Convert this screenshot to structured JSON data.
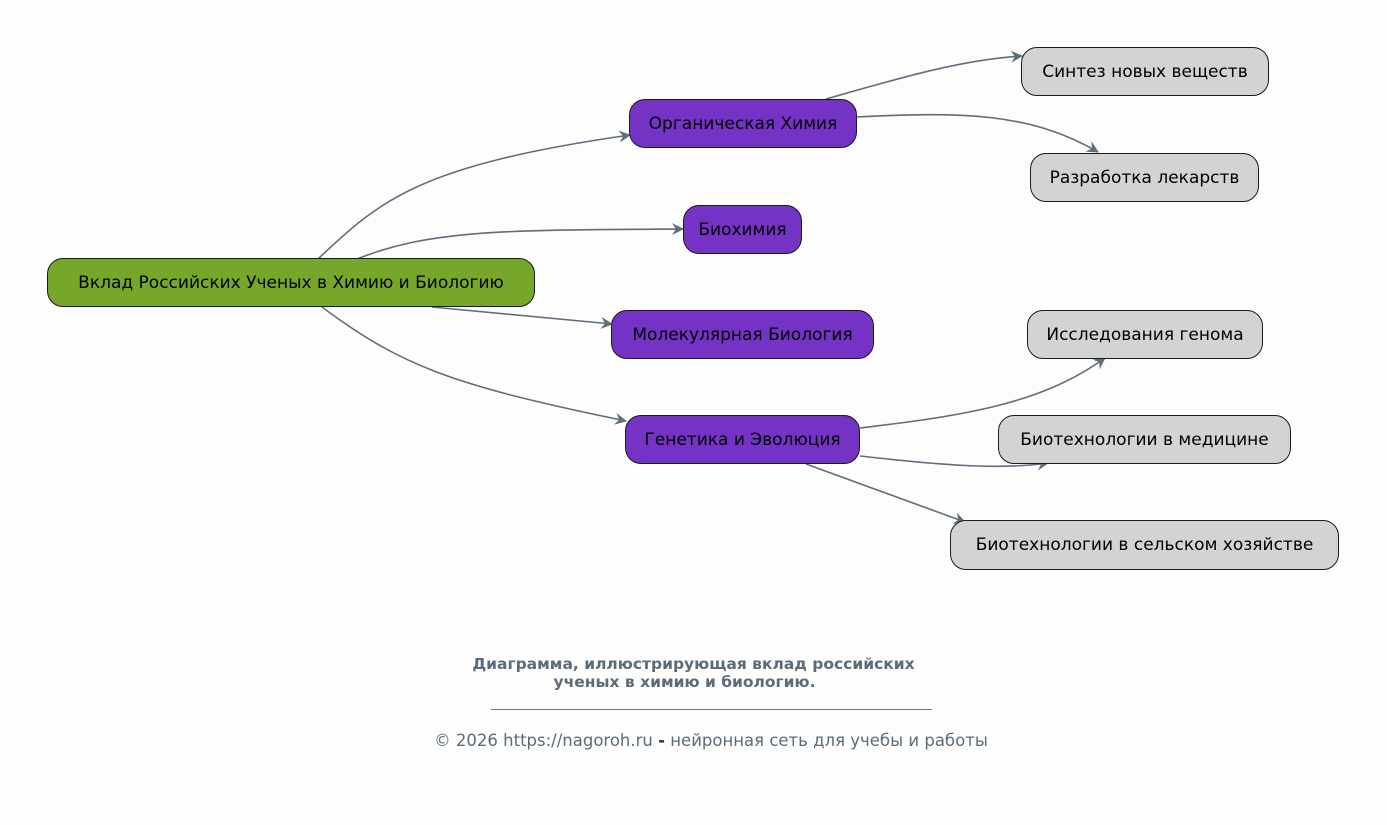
{
  "diagram": {
    "root": {
      "id": "root",
      "label": "Вклад Российских Ученых в Химию и Биологию"
    },
    "branches": [
      {
        "id": "org",
        "label": "Органическая Химия"
      },
      {
        "id": "bio",
        "label": "Биохимия"
      },
      {
        "id": "mol",
        "label": "Молекулярная Биология"
      },
      {
        "id": "gen",
        "label": "Генетика и Эволюция"
      }
    ],
    "leaves": [
      {
        "id": "synth",
        "label": "Синтез новых веществ",
        "parent": "org"
      },
      {
        "id": "drug",
        "label": "Разработка лекарств",
        "parent": "org"
      },
      {
        "id": "genome",
        "label": "Исследования генома",
        "parent": "gen"
      },
      {
        "id": "biomed",
        "label": "Биотехнологии в медицине",
        "parent": "gen"
      },
      {
        "id": "bioagri",
        "label": "Биотехнологии в сельском хозяйстве",
        "parent": "gen"
      }
    ],
    "edges": [
      {
        "from": "root",
        "to": "org"
      },
      {
        "from": "root",
        "to": "bio"
      },
      {
        "from": "root",
        "to": "mol"
      },
      {
        "from": "root",
        "to": "gen"
      },
      {
        "from": "org",
        "to": "synth"
      },
      {
        "from": "org",
        "to": "drug"
      },
      {
        "from": "gen",
        "to": "genome"
      },
      {
        "from": "gen",
        "to": "biomed"
      },
      {
        "from": "gen",
        "to": "bioagri"
      }
    ],
    "colors": {
      "root": "#76a72a",
      "branch": "#7433c4",
      "leaf": "#d3d3d3",
      "edge": "#5f6e7d"
    }
  },
  "caption": {
    "line1": "Диаграмма, иллюстрирующая вклад российских",
    "line2": "ученых в химию и биологию."
  },
  "footer": {
    "copyright": "© 2026 https://nagoroh.ru",
    "separator": "-",
    "tagline": "нейронная сеть для учебы и работы"
  }
}
